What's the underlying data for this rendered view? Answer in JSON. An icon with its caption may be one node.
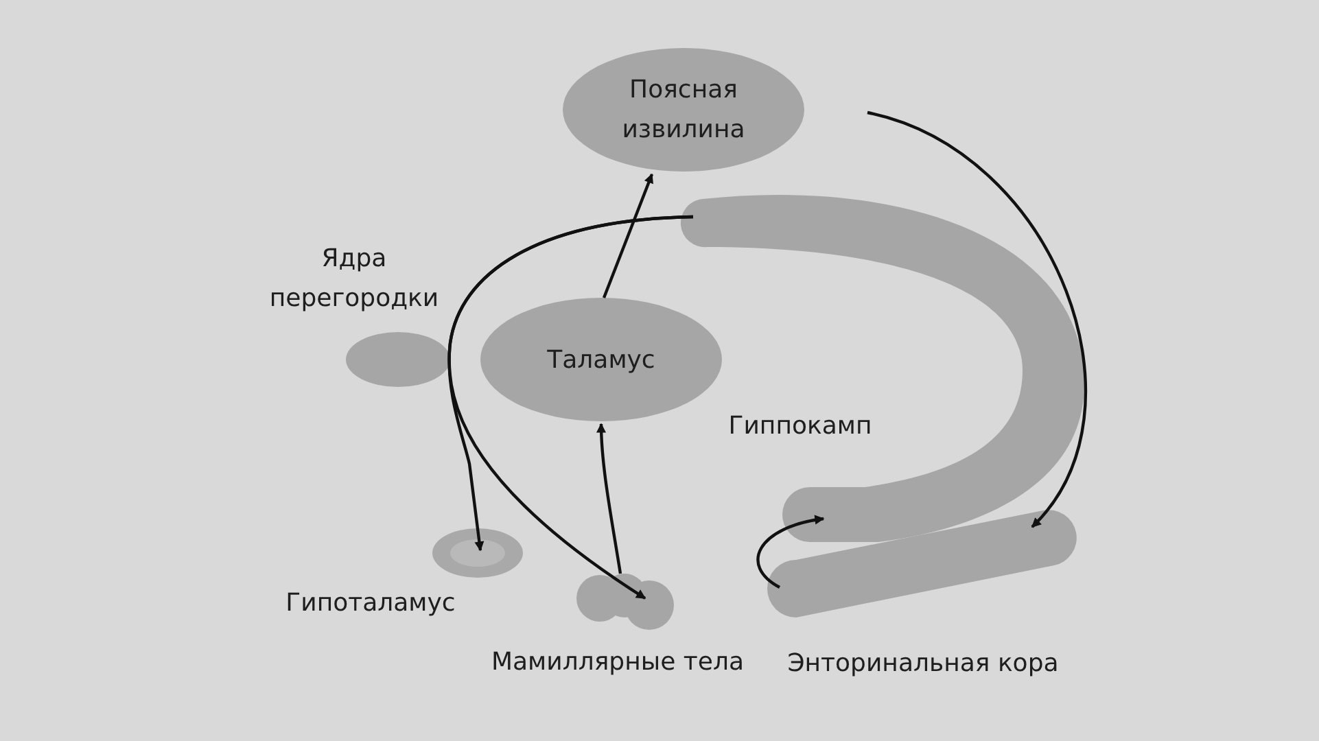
{
  "diagram": {
    "nodes": [
      {
        "text": [
          "Поясная извилина"
        ]
      },
      {
        "text": [
          "Таламус"
        ]
      },
      {
        "text": [
          "Ядра перегородки"
        ]
      },
      {
        "text": [
          "Гипоталамус"
        ]
      },
      {
        "text": [
          "Мамиллярные тела"
        ]
      },
      {
        "text": [
          "Гиппокамп"
        ]
      },
      {
        "text": [
          "Энторинальная кора"
        ]
      }
    ],
    "edges": [
      {
        "from": 1,
        "to": 0,
        "arrow": "to"
      },
      {
        "from": 4,
        "to": 1,
        "arrow": "to"
      },
      {
        "from": 0,
        "to": 6,
        "arrow": "to"
      },
      {
        "from": 6,
        "to": 5,
        "arrow": "to"
      },
      {
        "from": 5,
        "to": 4,
        "arrow": "to"
      },
      {
        "from": 5,
        "to": 3,
        "arrow": "to"
      }
    ]
  }
}
